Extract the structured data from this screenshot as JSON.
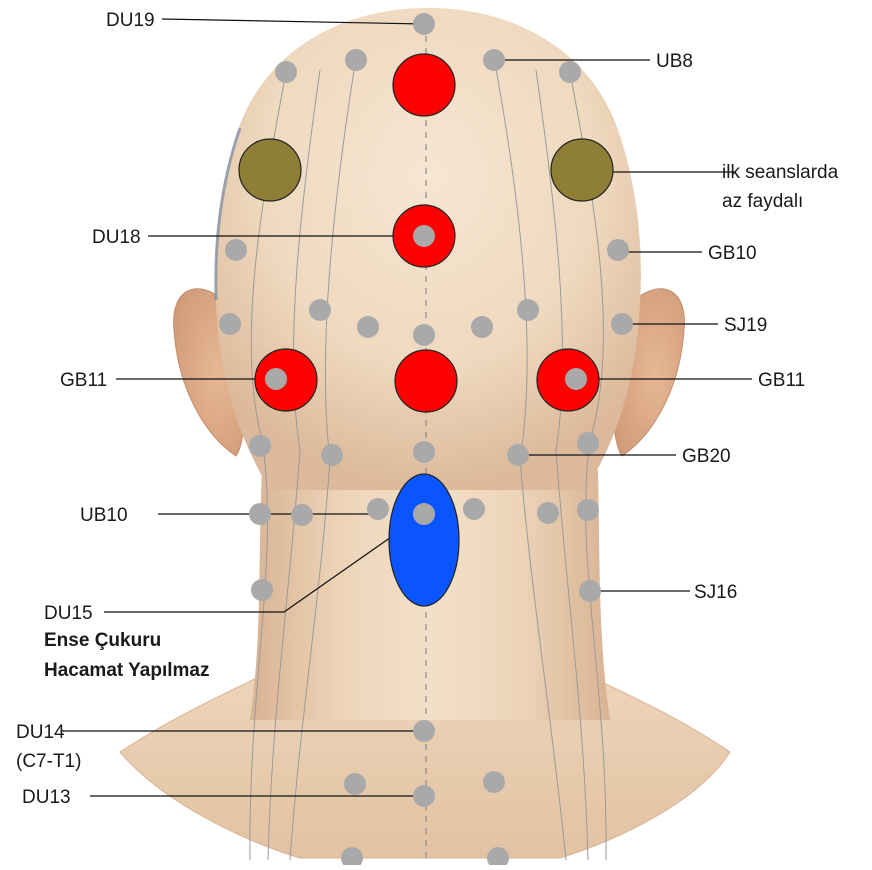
{
  "colors": {
    "background": "#ffffff",
    "skin_light": "#f4e2cd",
    "skin_mid": "#e9ccae",
    "skin_dark": "#cfa585",
    "point_gray": "#a9a9a9",
    "cupping_red": "#ff0000",
    "less_useful_olive": "#8f7f36",
    "forbidden_blue": "#0a55ff",
    "leader_line": "#111111"
  },
  "labels": {
    "du19": "DU19",
    "ub8": "UB8",
    "note_line1": "ilk seanslarda",
    "note_line2": "az faydalı",
    "du18": "DU18",
    "gb10": "GB10",
    "sj19": "SJ19",
    "gb11_left": "GB11",
    "gb11_right": "GB11",
    "gb20": "GB20",
    "ub10": "UB10",
    "du15": "DU15",
    "warning_line1": "Ense Çukuru",
    "warning_line2": "Hacamat Yapılmaz",
    "sj16": "SJ16",
    "du14": "DU14",
    "du14_sub": "(C7-T1)",
    "du13": "DU13"
  }
}
